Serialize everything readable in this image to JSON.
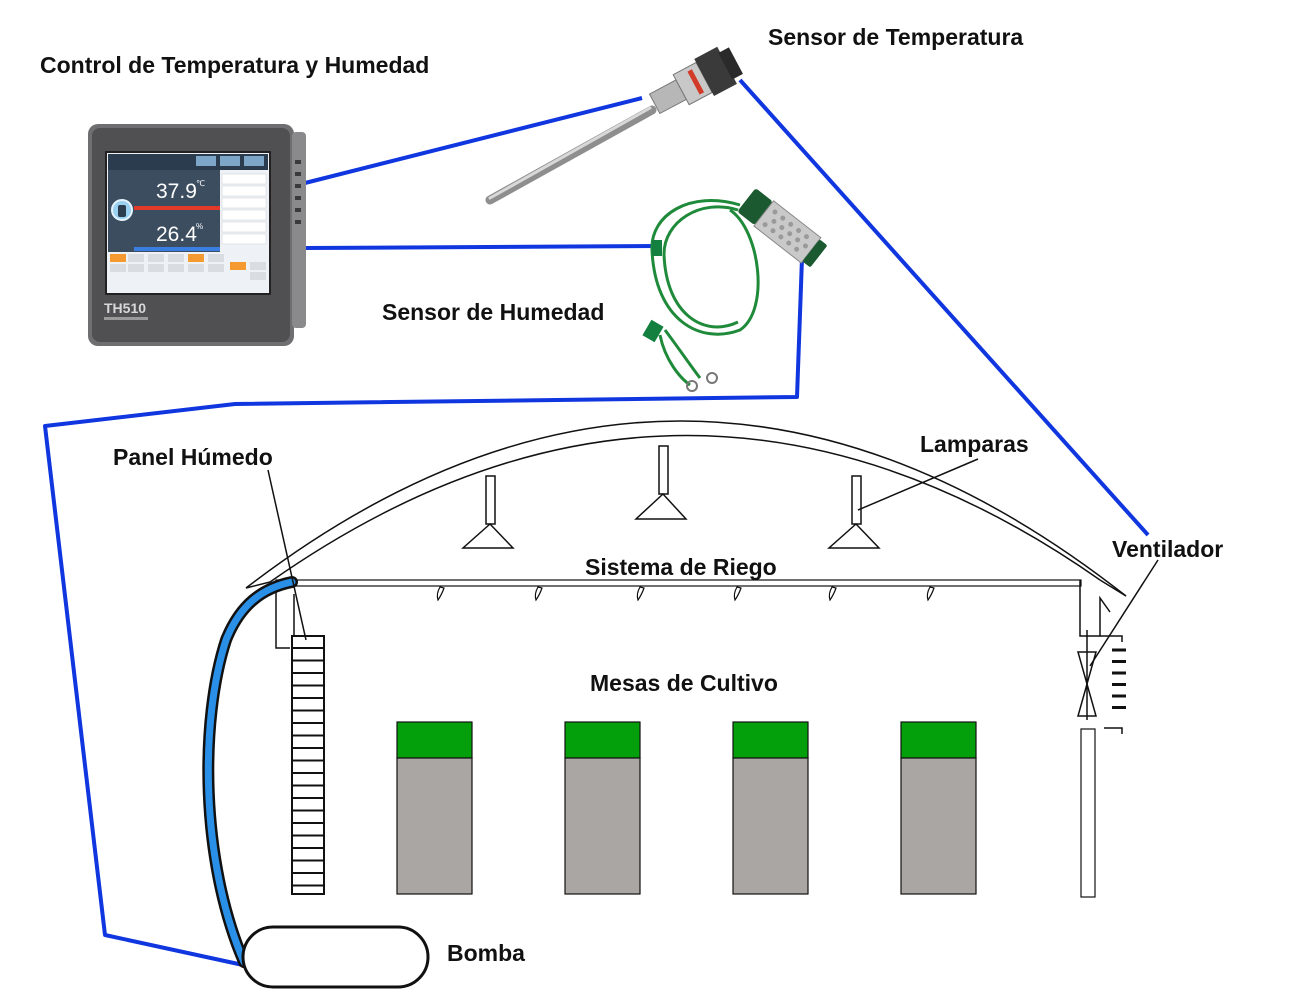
{
  "labels": {
    "controller_title": "Control de Temperatura y Humedad",
    "temp_sensor": "Sensor de Temperatura",
    "humidity_sensor": "Sensor de Humedad",
    "wet_panel": "Panel Húmedo",
    "lamps": "Lamparas",
    "irrigation": "Sistema de Riego",
    "fan": "Ventilador",
    "tables": "Mesas de Cultivo",
    "pump": "Bomba"
  },
  "controller": {
    "model": "TH510",
    "temperature_reading": "37.9",
    "humidity_reading": "26.4"
  },
  "colors": {
    "wire": "#1036e0",
    "water_hose": "#2a8fe6",
    "plant_top": "#04a00c",
    "table_body": "#aaa6a3",
    "structure_stroke": "#111111",
    "sensor_cable": "#1f8a3a"
  }
}
